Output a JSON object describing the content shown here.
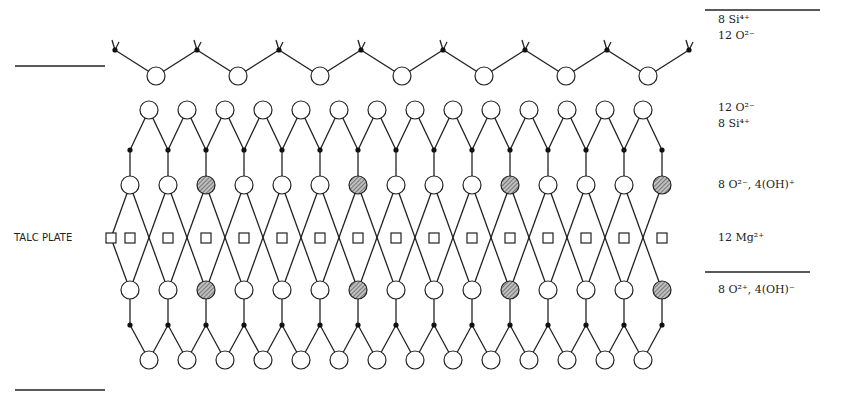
{
  "diagram": {
    "labels": [
      "8 Si⁴⁺",
      "12 O²⁻",
      "12 O²⁻",
      "8 Si⁴⁺",
      "8 O²⁻, 4(OH)⁺",
      "12 Mg²⁺",
      "8 O²⁺, 4(OH)⁻",
      "TALC PLATE"
    ]
  }
}
